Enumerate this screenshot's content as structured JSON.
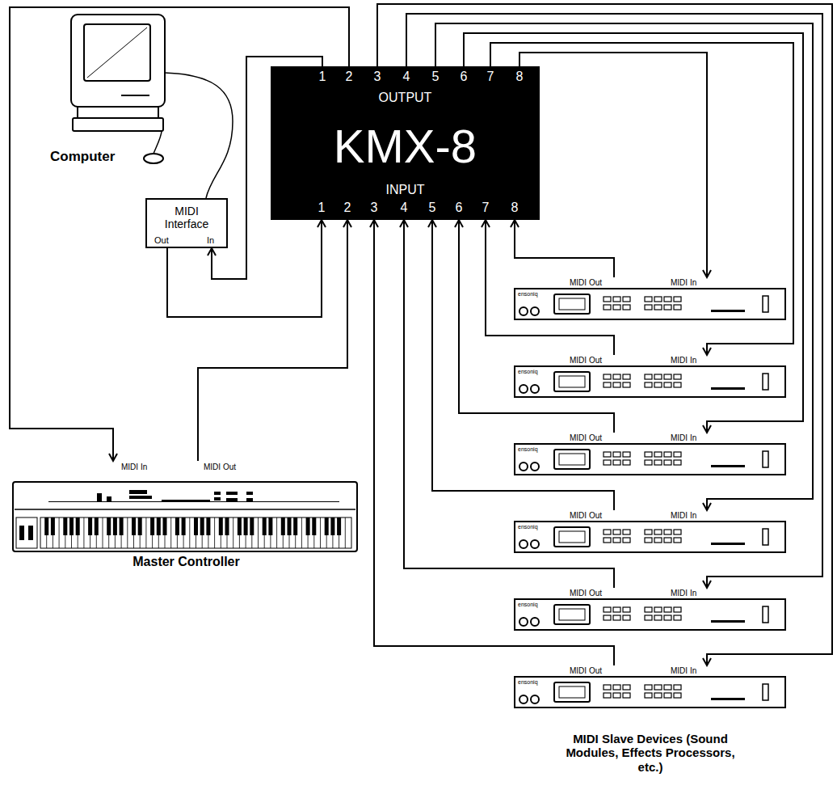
{
  "diagram": {
    "caption": "MIDI Slave Devices (Sound Modules, Effects Processors, etc.)",
    "nodes": [
      {
        "text": [
          "OUTPUT",
          "KMX-8",
          "INPUT"
        ]
      },
      {
        "text": [
          "MIDI Interface",
          "Out",
          "In"
        ]
      },
      {
        "text": [
          "MIDI In",
          "MIDI Out",
          "Master Controller"
        ]
      },
      {
        "text": [
          "MIDI Out",
          "MIDI In",
          "ensoniq"
        ]
      },
      {
        "text": [
          "MIDI Out",
          "MIDI In",
          "ensoniq"
        ]
      },
      {
        "text": [
          "MIDI Out",
          "MIDI In",
          "ensoniq"
        ]
      },
      {
        "text": [
          "MIDI Out",
          "MIDI In",
          "ensoniq"
        ]
      },
      {
        "text": [
          "MIDI Out",
          "MIDI In",
          "ensoniq"
        ]
      },
      {
        "text": [
          "MIDI Out",
          "MIDI In",
          "ensoniq"
        ]
      }
    ],
    "edges": [
      {
        "from": 1,
        "to": 0,
        "arrow": "to"
      },
      {
        "from": 0,
        "to": 1,
        "arrow": "to"
      },
      {
        "from": 0,
        "to": 2,
        "arrow": "to"
      },
      {
        "from": 2,
        "to": 0,
        "arrow": "to"
      },
      {
        "from": 0,
        "to": 3,
        "arrow": "to"
      },
      {
        "from": 3,
        "to": 0,
        "arrow": "to"
      },
      {
        "from": 0,
        "to": 4,
        "arrow": "to"
      },
      {
        "from": 4,
        "to": 0,
        "arrow": "to"
      },
      {
        "from": 0,
        "to": 5,
        "arrow": "to"
      },
      {
        "from": 5,
        "to": 0,
        "arrow": "to"
      },
      {
        "from": 0,
        "to": 6,
        "arrow": "to"
      },
      {
        "from": 6,
        "to": 0,
        "arrow": "to"
      },
      {
        "from": 0,
        "to": 7,
        "arrow": "to"
      },
      {
        "from": 7,
        "to": 0,
        "arrow": "to"
      },
      {
        "from": 0,
        "to": 8,
        "arrow": "to"
      },
      {
        "from": 8,
        "to": 0,
        "arrow": "to"
      }
    ],
    "labels": [
      "Computer",
      "1",
      "2",
      "3",
      "4",
      "5",
      "6",
      "7",
      "8",
      "1",
      "2",
      "3",
      "4",
      "5",
      "6",
      "7",
      "8"
    ]
  }
}
